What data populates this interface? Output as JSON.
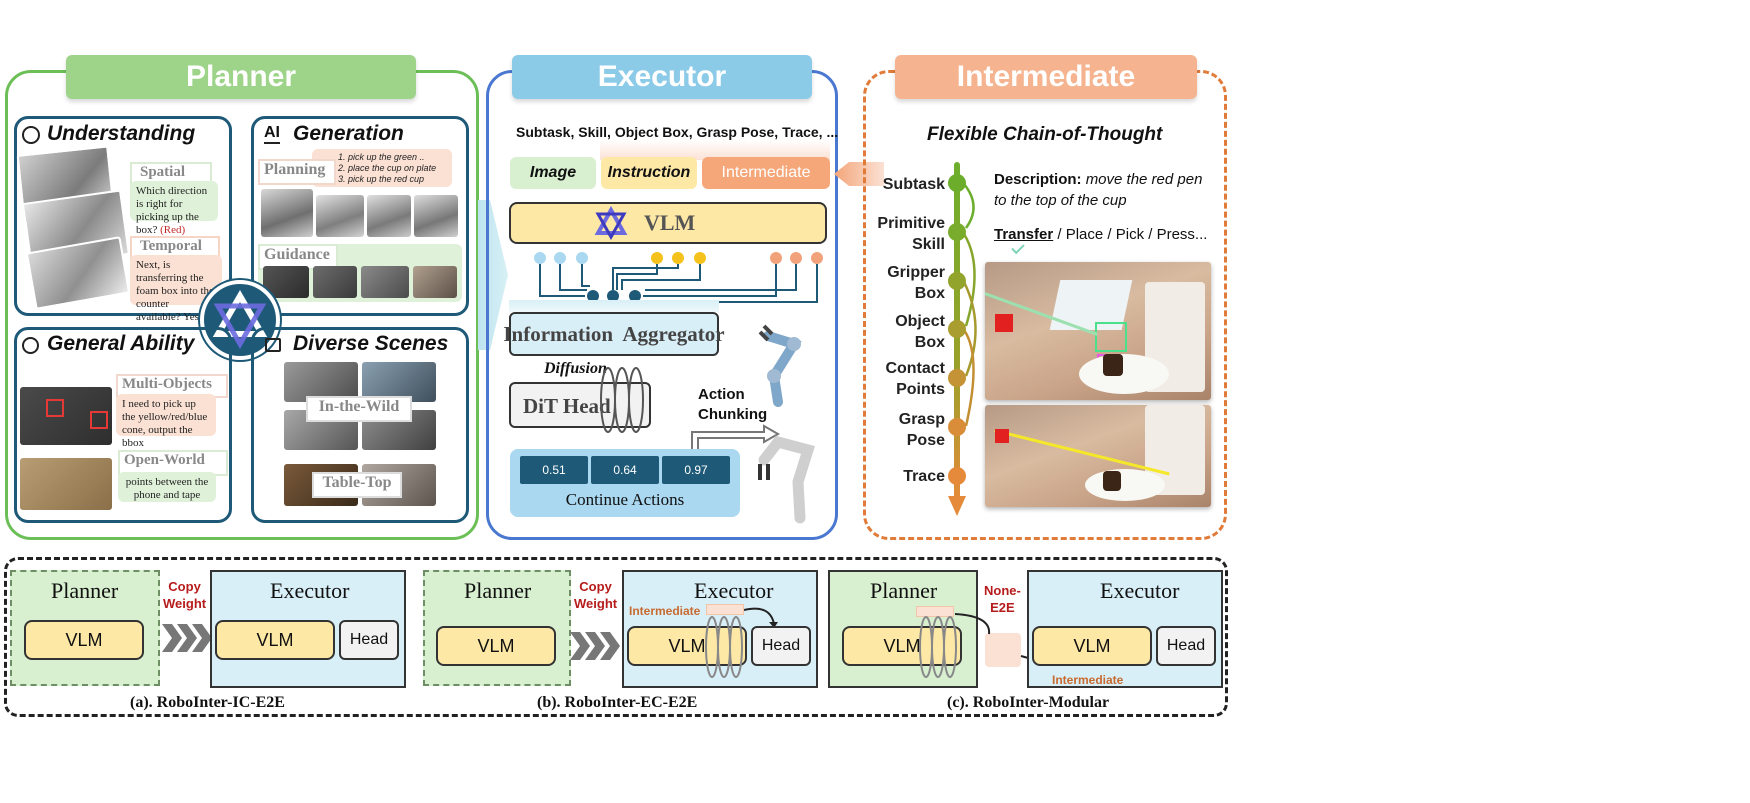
{
  "planner": {
    "title": "Planner",
    "understanding": {
      "title": "Understanding",
      "spatial_tag": "Spatial",
      "spatial_text": "Which direction is right for picking up the box?",
      "spatial_answer": "(Red)",
      "temporal_tag": "Temporal",
      "temporal_text": "Next, is transferring the foam box into the counter available?",
      "temporal_answer": "Yes!"
    },
    "generation": {
      "title": "Generation",
      "planning_tag": "Planning",
      "plan_steps": [
        "1. pick up the green ..",
        "2. place the cup on plate",
        "3. pick up the red cup"
      ],
      "guidance_tag": "Guidance"
    },
    "general": {
      "title": "General Ability",
      "multi_tag": "Multi-Objects",
      "multi_text": "I need to pick up the yellow/red/blue cone, output the bbox",
      "open_tag": "Open-World",
      "open_text": "points between the phone and tape"
    },
    "scenes": {
      "title": "Diverse Scenes",
      "wild_tag": "In-the-Wild",
      "table_tag": "Table-Top"
    }
  },
  "executor": {
    "title": "Executor",
    "header_text": "Subtask, Skill, Object Box, Grasp Pose, Trace, ...",
    "input_image": "Image",
    "input_instruction": "Instruction",
    "input_intermediate": "Intermediate",
    "vlm": "VLM",
    "aggregator": "Information  Aggregator",
    "diffusion": "Diffusion",
    "dit_head": "DiT Head",
    "action_chunking": "Action\nChunking",
    "action_values": [
      "0.51",
      "0.64",
      "0.97"
    ],
    "continue_actions": "Continue Actions"
  },
  "intermediate": {
    "title": "Intermediate",
    "cot_title": "Flexible Chain-of-Thought",
    "steps": [
      "Subtask",
      "Primitive\nSkill",
      "Gripper\nBox",
      "Object\nBox",
      "Contact\nPoints",
      "Grasp\nPose",
      "Trace"
    ],
    "description_label": "Description:",
    "description_text": "move the red pen to the top of the cup",
    "skill_selected": "Transfer",
    "skill_others": " / Place / Pick / Press..."
  },
  "bottom": {
    "a": {
      "planner": "Planner",
      "executor": "Executor",
      "vlm": "VLM",
      "head": "Head",
      "link": "Copy\nWeight",
      "caption": "(a). RoboInter-IC-E2E"
    },
    "b": {
      "planner": "Planner",
      "executor": "Executor",
      "vlm": "VLM",
      "head": "Head",
      "link": "Copy\nWeight",
      "intermediate": "Intermediate",
      "caption": "(b). RoboInter-EC-E2E"
    },
    "c": {
      "planner": "Planner",
      "executor": "Executor",
      "vlm": "VLM",
      "head": "Head",
      "link": "None-\nE2E",
      "intermediate": "Intermediate",
      "caption": "(c). RoboInter-Modular"
    }
  },
  "colors": {
    "planner": "#6cbf57",
    "planner_header": "#9dd48a",
    "executor": "#4a78d0",
    "executor_header": "#8ccbe8",
    "intermediate": "#e07b39",
    "intermediate_header": "#f5b48f",
    "dark_panel": "#1e5a78",
    "vlm_fill": "#fde8a6",
    "cot_green": "#6cae2c",
    "cot_orange": "#e58a3a"
  }
}
